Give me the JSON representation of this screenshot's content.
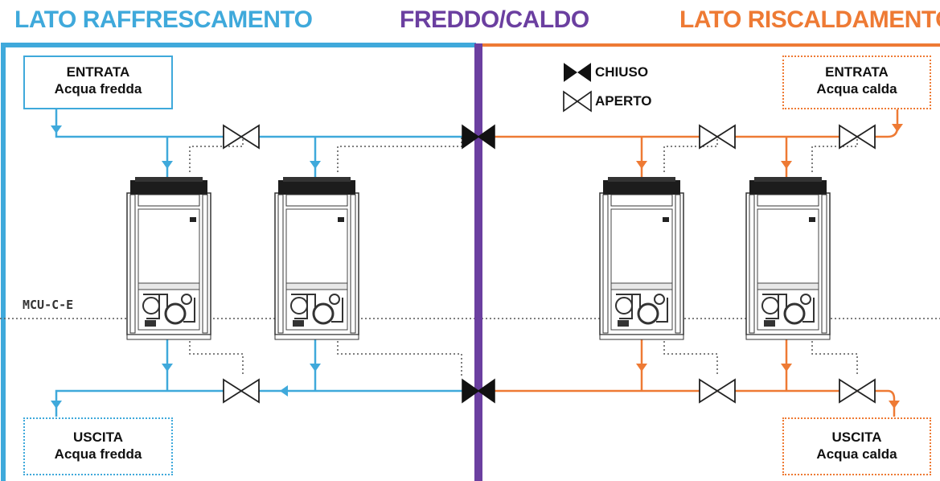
{
  "headers": {
    "cooling_side": "LATO RAFFRESCAMENTO",
    "changeover": "FREDDO/CALDO",
    "heating_side": "LATO RISCALDAMENTO"
  },
  "boxes": {
    "inlet_cold": {
      "line1": "ENTRATA",
      "line2": "Acqua fredda"
    },
    "outlet_cold": {
      "line1": "USCITA",
      "line2": "Acqua fredda"
    },
    "inlet_hot": {
      "line1": "ENTRATA",
      "line2": "Acqua calda"
    },
    "outlet_hot": {
      "line1": "USCITA",
      "line2": "Acqua calda"
    }
  },
  "legend": {
    "closed": "CHIUSO",
    "open": "APERTO"
  },
  "unit_label": "MCU-C-E",
  "colors": {
    "cooling": "#3fa9db",
    "heating": "#ee7a34",
    "divider": "#6b3fa0",
    "control": "#555555"
  },
  "icons": [
    "valve-closed-icon",
    "valve-open-icon",
    "flow-arrow-icon",
    "heat-pump-unit-icon"
  ]
}
